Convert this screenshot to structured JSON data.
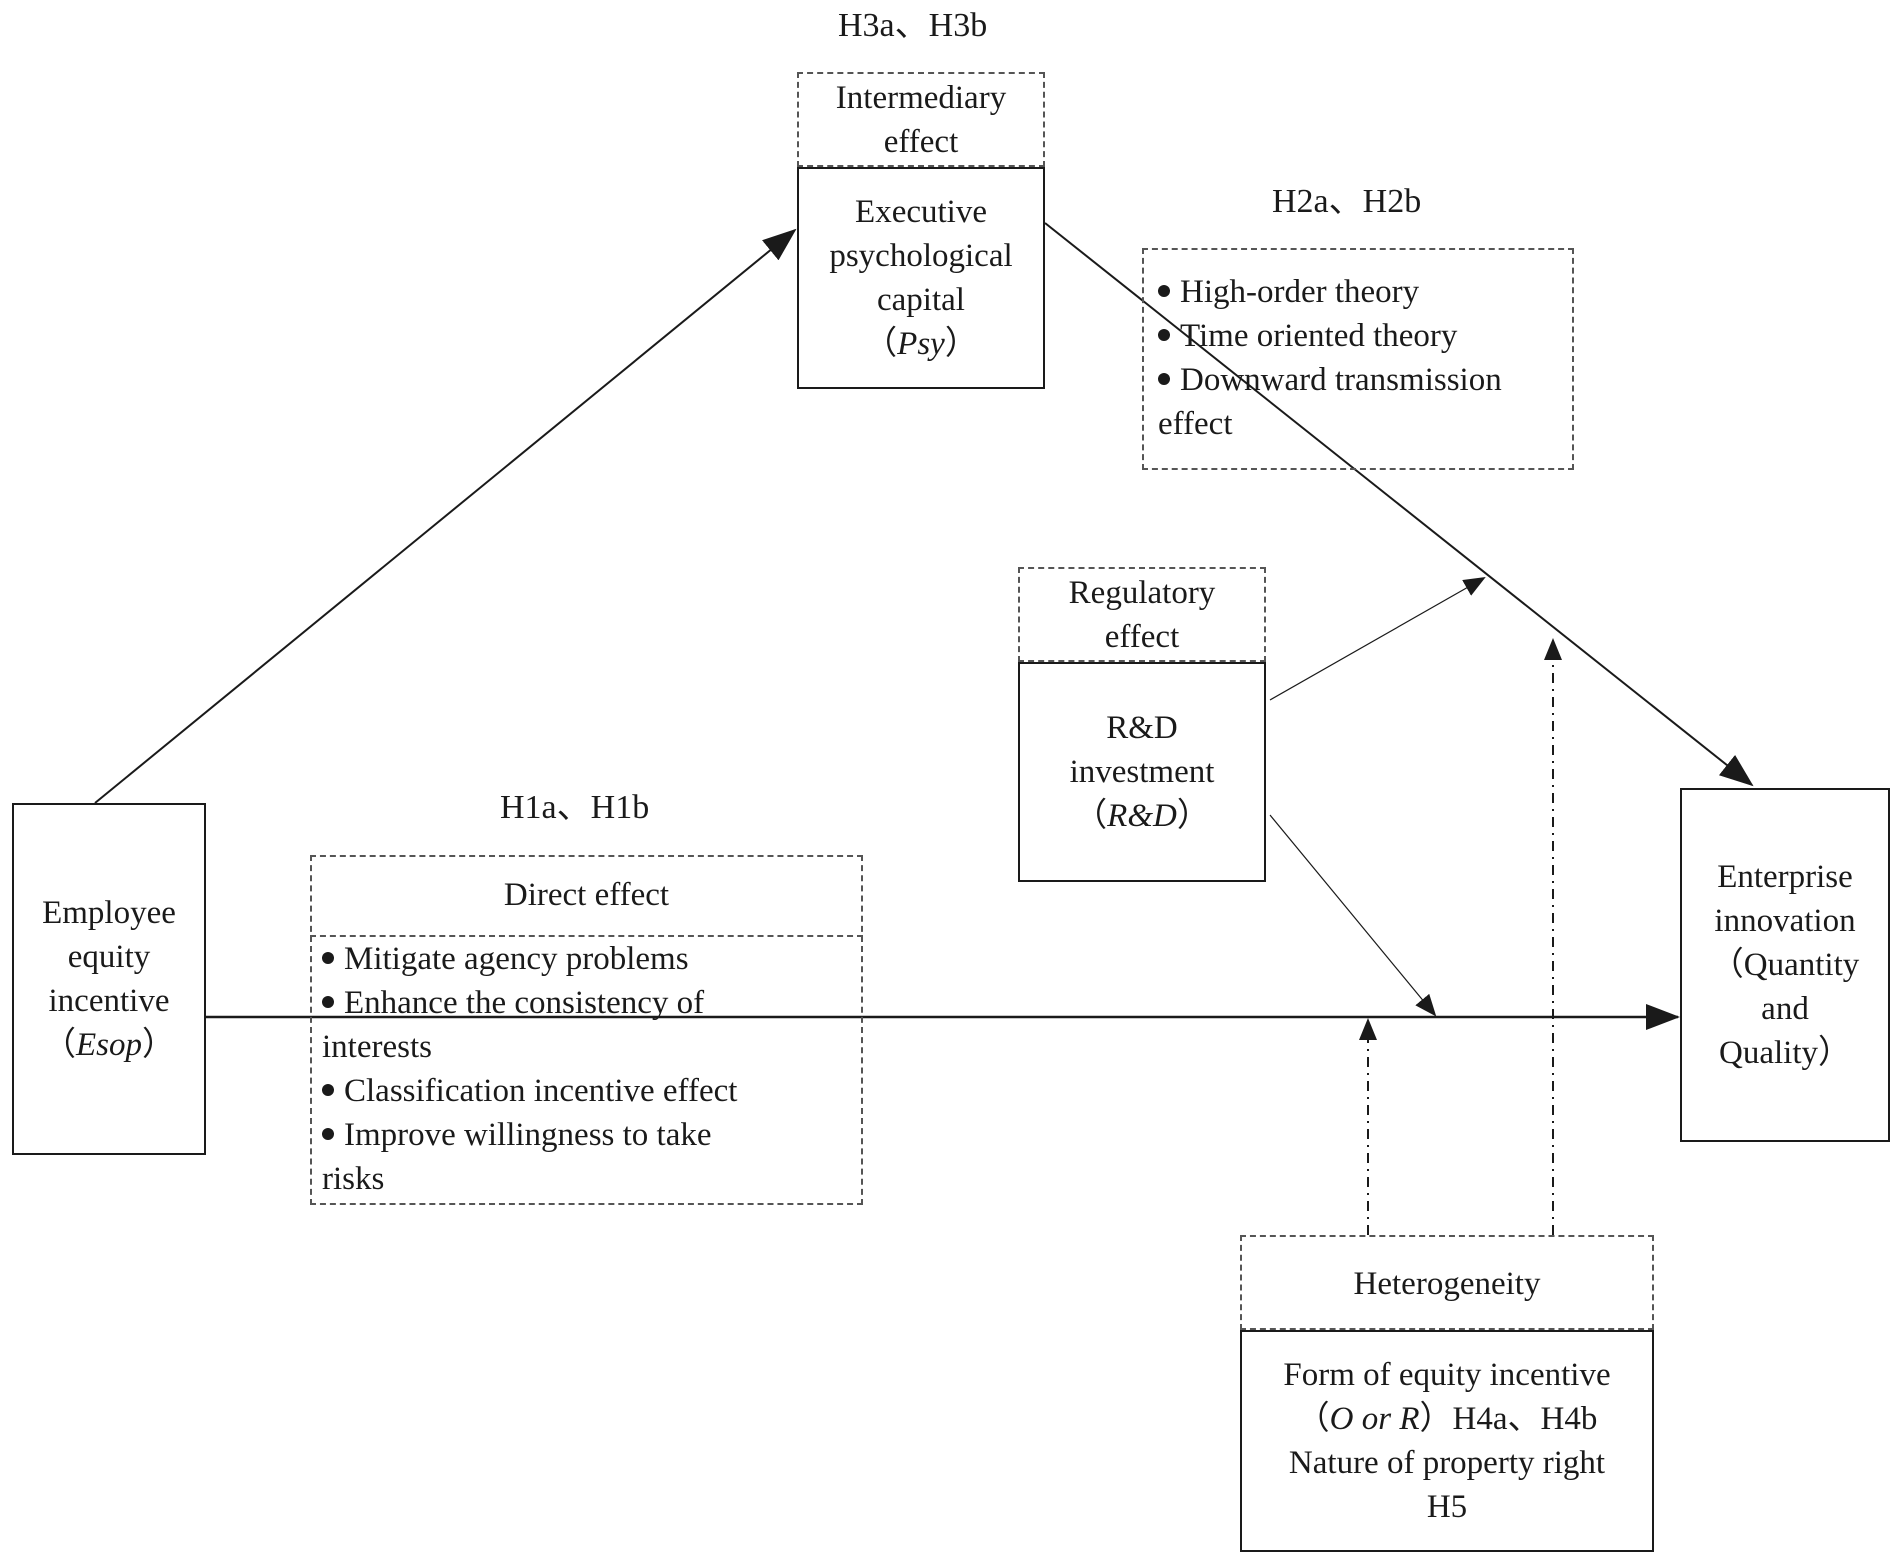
{
  "nodes": {
    "esop": {
      "line1": "Employee",
      "line2": "equity",
      "line3": "incentive",
      "abbr_open": "（",
      "abbr": "Esop",
      "abbr_close": "）"
    },
    "psy": {
      "header_line1": "Intermediary",
      "header_line2": "effect",
      "line1": "Executive",
      "line2": "psychological",
      "line3": "capital",
      "abbr_open": "（",
      "abbr": "Psy",
      "abbr_close": "）"
    },
    "rd": {
      "header_line1": "Regulatory",
      "header_line2": "effect",
      "line1": "R&D",
      "line2": "investment",
      "abbr_open": "（",
      "abbr": "R&D",
      "abbr_close": "）"
    },
    "innovation": {
      "line1": "Enterprise",
      "line2": "innovation",
      "line3": "（Quantity",
      "line4": "and",
      "line5": "Quality）"
    },
    "heterogeneity": {
      "header": "Heterogeneity",
      "line1": "Form of equity incentive",
      "line2_open": "（",
      "line2_abbr": "O or R",
      "line2_rest": "）H4a、H4b",
      "line3": "Nature of property right",
      "line4": "H5"
    }
  },
  "hypotheses": {
    "h1": "H1a、H1b",
    "h2": "H2a、H2b",
    "h3": "H3a、H3b"
  },
  "direct_effect": {
    "header": "Direct effect",
    "bullets": [
      "Mitigate agency problems",
      "Enhance the consistency of",
      "interests",
      "Classification incentive effect",
      "Improve willingness to take",
      "risks"
    ]
  },
  "h2_theories": {
    "bullets": [
      "High-order theory",
      "Time oriented theory",
      "Downward transmission",
      "effect"
    ]
  },
  "colors": {
    "line": "#1a1a1a",
    "dashed": "#555555",
    "background": "#ffffff"
  }
}
